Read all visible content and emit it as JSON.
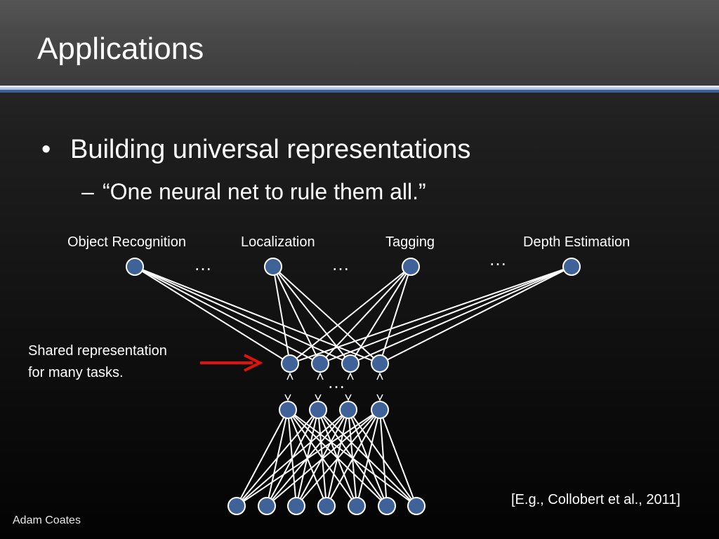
{
  "slide": {
    "title": "Applications",
    "bullet": "Building universal representations",
    "bullet_marker": "•",
    "sub_dash": "–",
    "sub_bullet": "“One neural net to rule them all.”",
    "footer": "Adam Coates",
    "citation": "[E.g., Collobert et al., 2011]"
  },
  "diagram": {
    "tasks": [
      "Object Recognition",
      "Localization",
      "Tagging",
      "Depth Estimation"
    ],
    "ellipsis": "…",
    "shared_label_line1": "Shared representation",
    "shared_label_line2": "for many tasks.",
    "layers": {
      "tasks": 4,
      "shared": 4,
      "hidden": 4,
      "input": 7
    },
    "colors": {
      "node_fill": "#3f6399",
      "node_stroke": "#ffffff",
      "edge": "#ffffff",
      "arrow": "#e3120b"
    }
  }
}
